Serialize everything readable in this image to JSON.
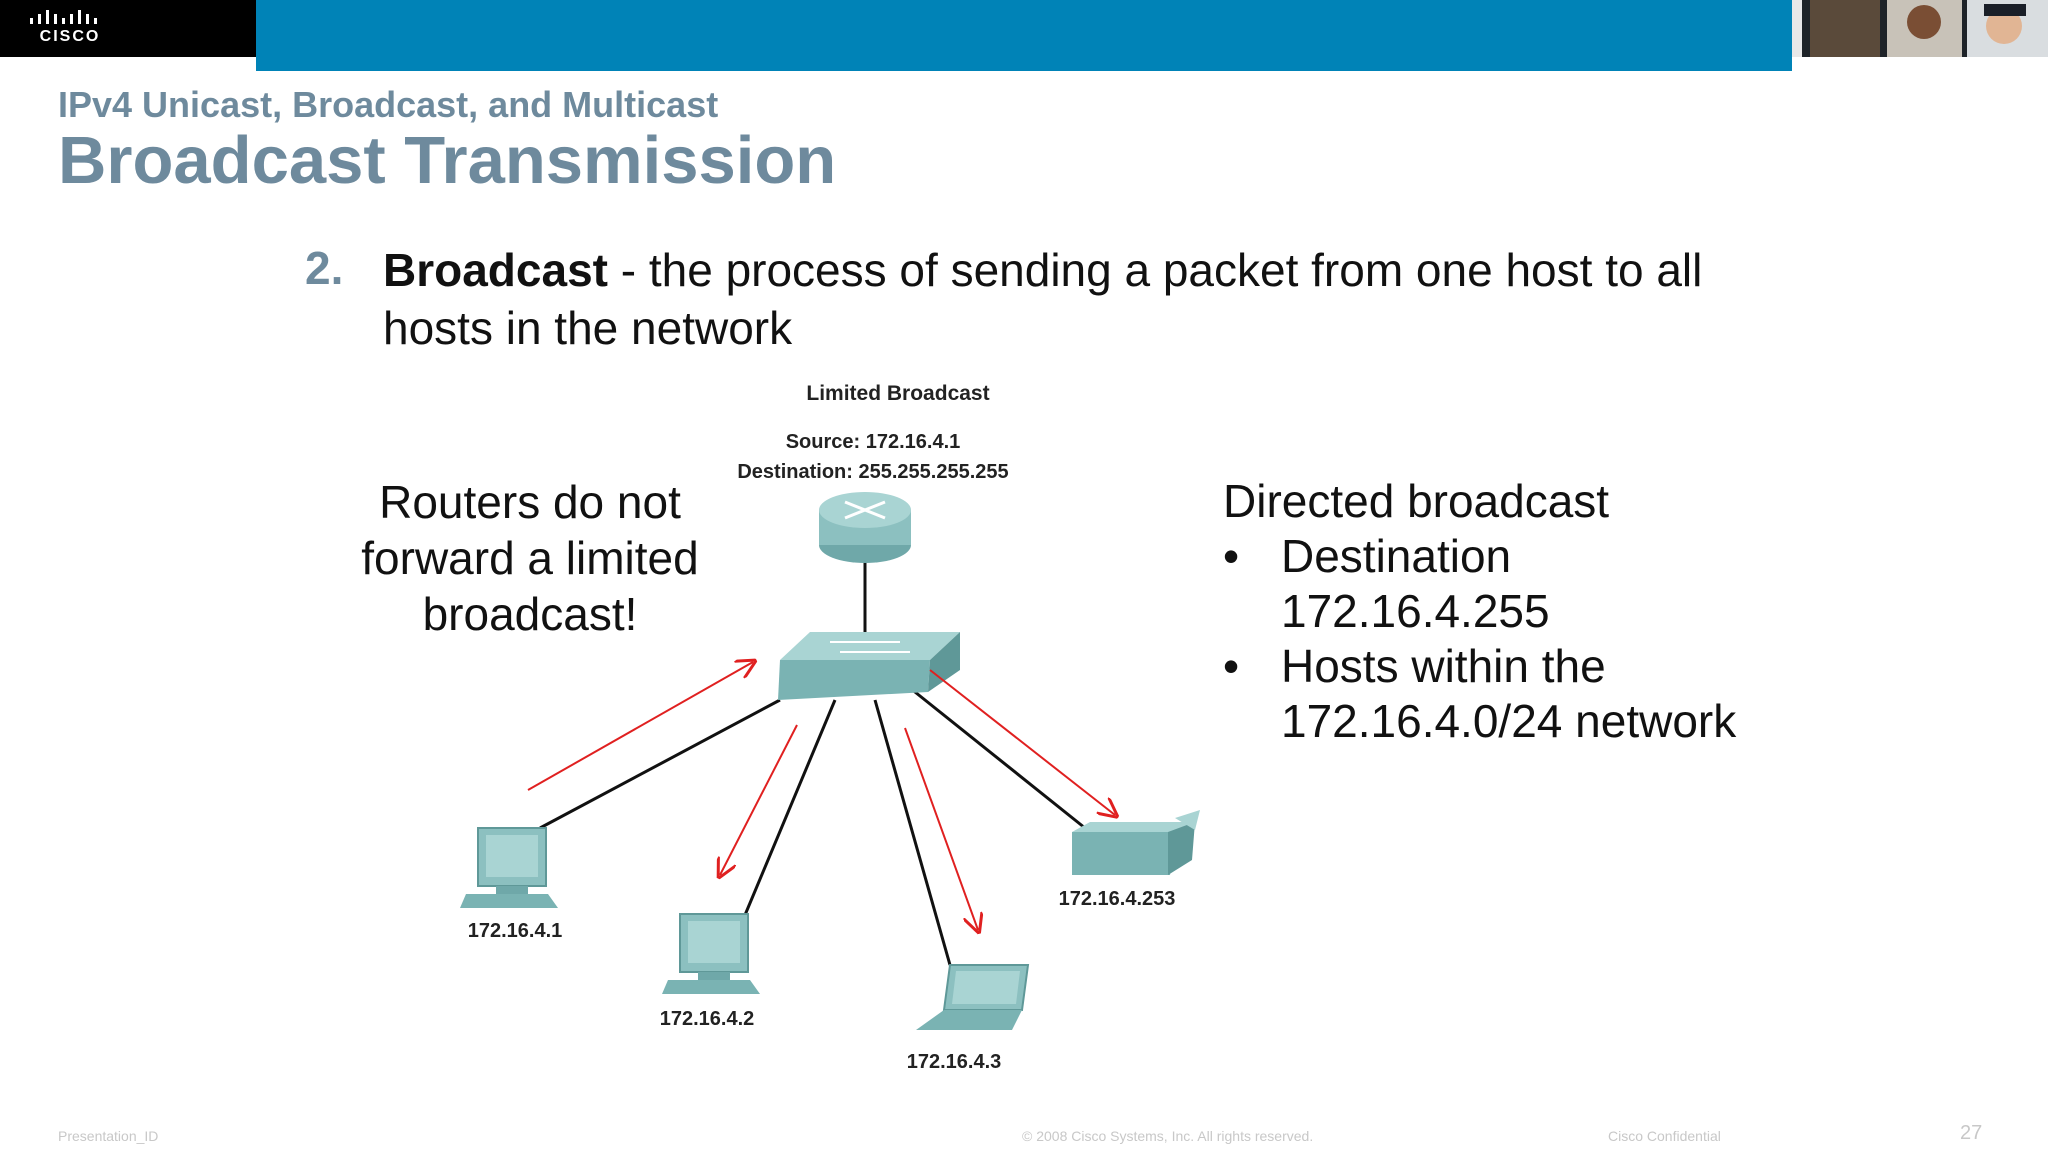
{
  "header": {
    "logo_text": "CISCO",
    "accent_color": "#0083b7"
  },
  "slide": {
    "section_title": "IPv4 Unicast, Broadcast, and Multicast",
    "title": "Broadcast Transmission",
    "definition": {
      "number": "2.",
      "term": "Broadcast",
      "text": " - the process of sending a packet from one host to all hosts in the network"
    },
    "left_note": "Routers do not forward a limited broadcast!",
    "right_note": {
      "heading": "Directed broadcast",
      "bullets": [
        "Destination 172.16.4.255",
        "Hosts within the 172.16.4.0/24 network"
      ]
    }
  },
  "diagram": {
    "title": "Limited Broadcast",
    "source": "Source: 172.16.4.1",
    "destination": "Destination: 255.255.255.255",
    "hosts": [
      "172.16.4.1",
      "172.16.4.2",
      "172.16.4.3",
      "172.16.4.253"
    ],
    "arrow_color": "#e02020"
  },
  "footer": {
    "left": "Presentation_ID",
    "center": "© 2008 Cisco Systems, Inc. All rights reserved.",
    "right": "Cisco Confidential",
    "page_number": "27"
  }
}
